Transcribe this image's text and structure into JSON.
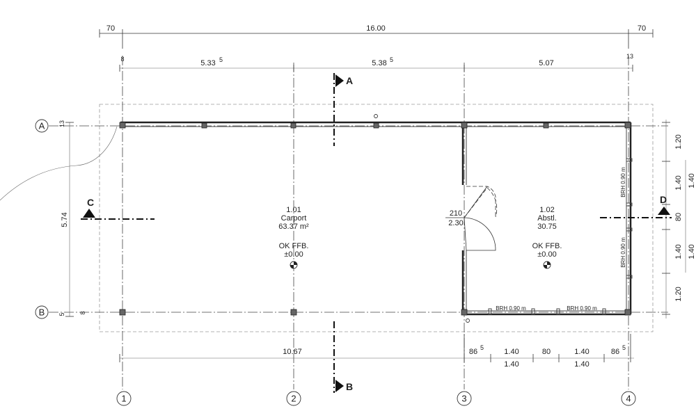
{
  "dimensions": {
    "top_overhang_left": "70",
    "top_total": "16.00",
    "top_overhang_right": "70",
    "offset_left": "8",
    "span_1": "5.33",
    "span_1_sup": "5",
    "span_2": "5.38",
    "span_2_sup": "5",
    "span_3": "5.07",
    "offset_right": "13",
    "left_total": "5.74",
    "left_a_offset": "13",
    "left_b_offset_1": "5",
    "left_b_offset_2": "8",
    "right_1": "1.20",
    "right_2": "1.40",
    "right_3": "80",
    "right_4": "1.40",
    "right_5": "1.20",
    "right_outer_1": "1.40",
    "right_outer_2": "1.40",
    "bottom_carport": "10.67",
    "bottom_a": "86",
    "bottom_a_sup": "5",
    "bottom_b": "1.40",
    "bottom_c": "80",
    "bottom_d": "1.40",
    "bottom_e": "86",
    "bottom_e_sup": "5",
    "bottom_row2_1": "1.40",
    "bottom_row2_2": "1.40"
  },
  "axes": {
    "rows": [
      "A",
      "B"
    ],
    "columns": [
      "1",
      "2",
      "3",
      "4"
    ]
  },
  "sections": {
    "a": "A",
    "b": "B",
    "c": "C",
    "d": "D"
  },
  "rooms": {
    "carport": {
      "number": "1.01",
      "name": "Carport",
      "area": "63.37 m²",
      "level_label": "OK FFB.",
      "level_value": "±0.00"
    },
    "storage": {
      "number": "1.02",
      "name": "Abstl.",
      "area": "30.75",
      "level_label": "OK FFB.",
      "level_value": "±0.00"
    }
  },
  "door": {
    "width": "210",
    "height": "2.30"
  },
  "window_notes": {
    "right_upper": "BRH 0.90 m",
    "right_lower": "BRH 0.90 m",
    "bottom_left": "BRH 0.90 m",
    "bottom_right": "BRH 0.90 m"
  }
}
